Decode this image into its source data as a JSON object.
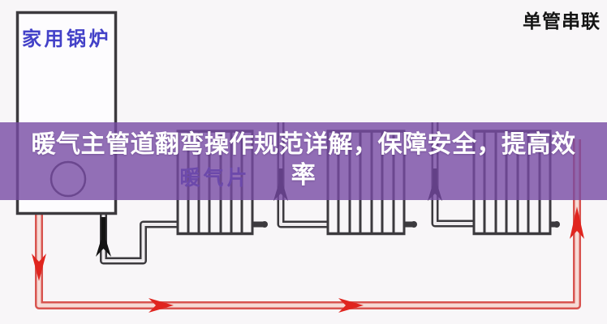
{
  "title_overlay": {
    "line1": "暖气主管道翻弯操作规范详解，保障安全，提高效",
    "line2": "率",
    "full_text": "暖气主管道翻弯操作规范详解，保障安全，提高效率"
  },
  "labels": {
    "system_type": "单管串联",
    "boiler": "家用锅炉",
    "radiator": "暖气片"
  },
  "diagram": {
    "type": "single-pipe-series-heating-loop",
    "components": [
      "household-boiler",
      "boiler-pump-circle",
      "radiator-1",
      "radiator-2",
      "radiator-3",
      "valve-at-boiler-outlet",
      "valve-between-radiator-1-2",
      "valve-between-radiator-2-3"
    ],
    "flow_arrows": [
      "down-on-left-drop-pipe",
      "right-on-bottom-main-pipe-1",
      "right-on-bottom-main-pipe-2",
      "up-on-right-return-riser"
    ]
  },
  "colors": {
    "background": "#f8f6f8",
    "banner_purple": "#774ba4",
    "banner_purple_rgba": "#774ba4cc",
    "banner_text": "#ffffff",
    "label_blue": "#4341c8",
    "line_dark": "#3c3a3e",
    "pipe_inner": "#efecef",
    "pipe_red": "#d85450",
    "pipe_red_inner": "#f6dbd6",
    "arrow_red": "#e0251f",
    "valve_black": "#141414",
    "corner_text": "#151515"
  }
}
